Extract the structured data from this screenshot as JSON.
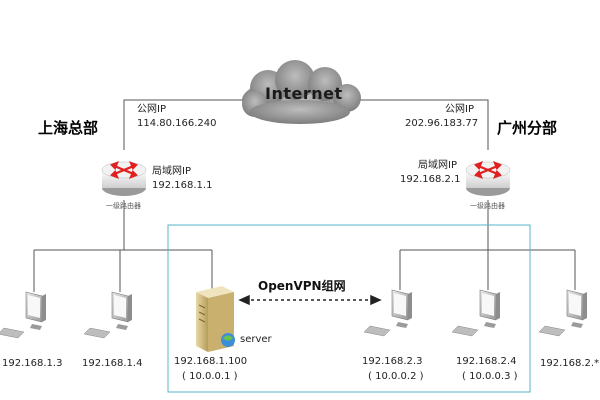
{
  "cloud": {
    "label": "Internet"
  },
  "shanghai": {
    "site_name": "上海总部",
    "public_ip_label": "公网IP",
    "public_ip": "114.80.166.240",
    "lan_ip_label": "局域网IP",
    "lan_ip": "192.168.1.1",
    "router_caption": "一级路由器"
  },
  "guangzhou": {
    "site_name": "广州分部",
    "public_ip_label": "公网IP",
    "public_ip": "202.96.183.77",
    "lan_ip_label": "局域网IP",
    "lan_ip": "192.168.2.1",
    "router_caption": "一级路由器"
  },
  "vpn_label": "OpenVPN组网",
  "server": {
    "name": "server",
    "ip": "192.168.1.100",
    "vpn_ip": "( 10.0.0.1 )"
  },
  "hosts_left": [
    {
      "ip": "192.168.1.3"
    },
    {
      "ip": "192.168.1.4"
    }
  ],
  "hosts_right": [
    {
      "ip": "192.168.2.3",
      "vpn_ip": "( 10.0.0.2 )"
    },
    {
      "ip": "192.168.2.4",
      "vpn_ip": "( 10.0.0.3 )"
    },
    {
      "ip": "192.168.2.*"
    }
  ],
  "colors": {
    "line": "#555555",
    "vpn_box": "#5ab4c8",
    "router_arrow": "#e02020",
    "cloud": "#8a8a8a"
  }
}
